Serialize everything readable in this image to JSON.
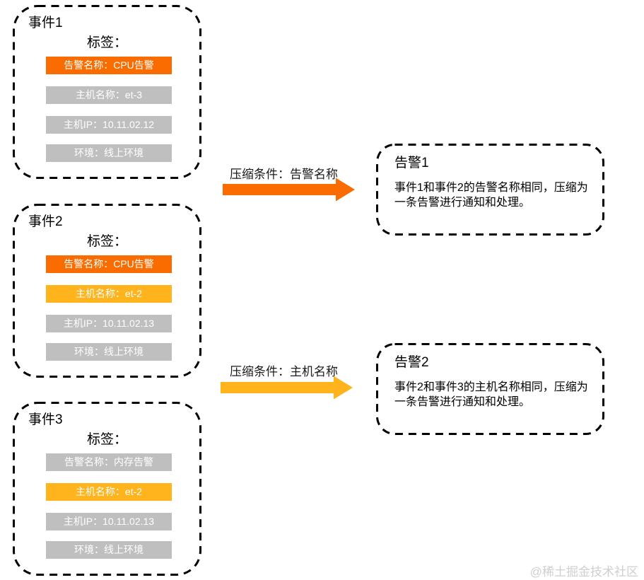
{
  "palette": {
    "alert_orange": "#FA6C00",
    "match_amber": "#FFB31C",
    "neutral_gray": "#BFBFBF",
    "tag_text": "#FFFFFF",
    "watermark_gray": "#CFCFCF"
  },
  "events": [
    {
      "title": "事件1",
      "tags_label": "标签：",
      "tags": [
        {
          "text": "告警名称：CPU告警",
          "color": "#FA6C00"
        },
        {
          "text": "主机名称：et-3",
          "color": "#BFBFBF"
        },
        {
          "text": "主机IP：10.11.02.12",
          "color": "#BFBFBF"
        },
        {
          "text": "环境：线上环境",
          "color": "#BFBFBF"
        }
      ]
    },
    {
      "title": "事件2",
      "tags_label": "标签：",
      "tags": [
        {
          "text": "告警名称：CPU告警",
          "color": "#FA6C00"
        },
        {
          "text": "主机名称：et-2",
          "color": "#FFB31C"
        },
        {
          "text": "主机IP：10.11.02.13",
          "color": "#BFBFBF"
        },
        {
          "text": "环境：线上环境",
          "color": "#BFBFBF"
        }
      ]
    },
    {
      "title": "事件3",
      "tags_label": "标签：",
      "tags": [
        {
          "text": "告警名称：内存告警",
          "color": "#BFBFBF"
        },
        {
          "text": "主机名称：et-2",
          "color": "#FFB31C"
        },
        {
          "text": "主机IP：10.11.02.13",
          "color": "#BFBFBF"
        },
        {
          "text": "环境：线上环境",
          "color": "#BFBFBF"
        }
      ]
    }
  ],
  "arrows": [
    {
      "label": "压缩条件：告警名称",
      "color": "#FA6C00"
    },
    {
      "label": "压缩条件：主机名称",
      "color": "#FFB31C"
    }
  ],
  "alarms": [
    {
      "title": "告警1",
      "description": "事件1和事件2的告警名称相同，压缩为一条告警进行通知和处理。"
    },
    {
      "title": "告警2",
      "description": "事件2和事件3的主机名称相同，压缩为一条告警进行通知和处理。"
    }
  ],
  "watermark": "@稀土掘金技术社区"
}
